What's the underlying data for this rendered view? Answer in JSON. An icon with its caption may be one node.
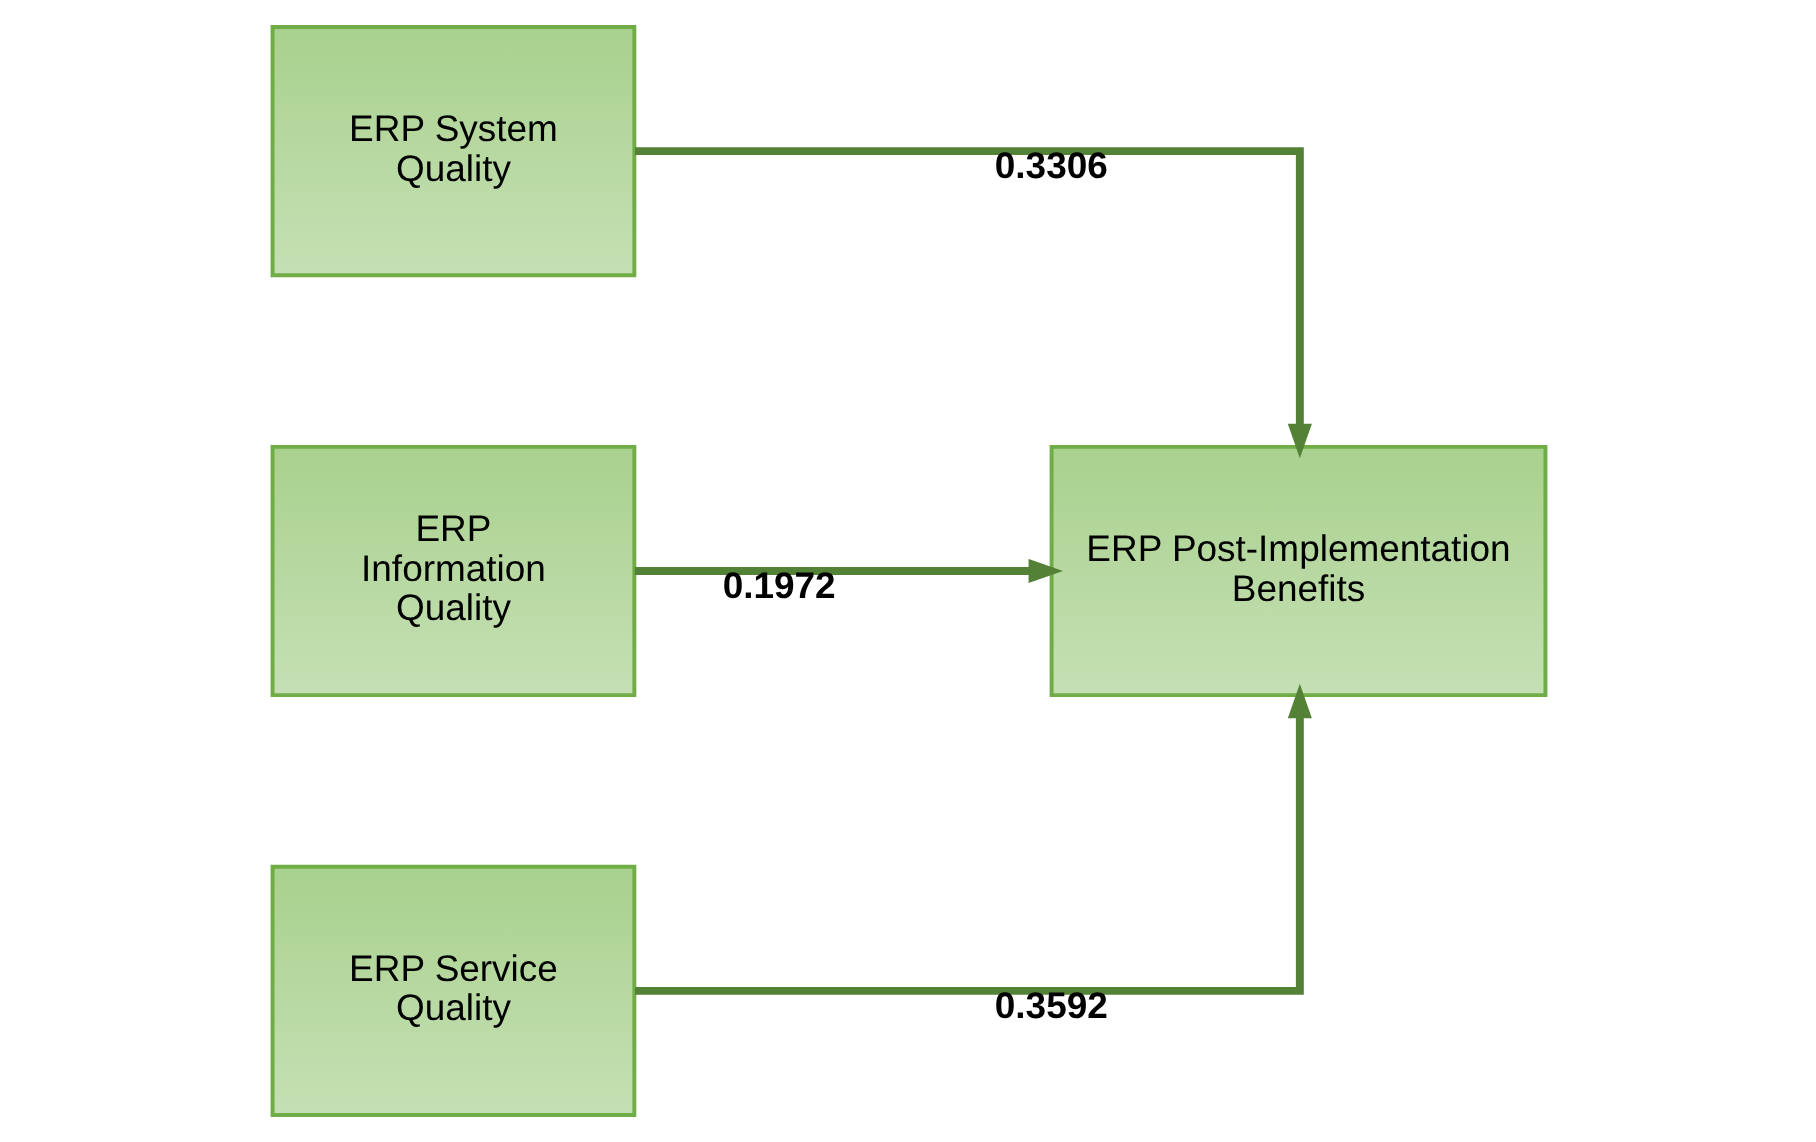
{
  "diagram": {
    "nodes": [
      {
        "text": [
          "ERP System Quality"
        ]
      },
      {
        "text": [
          "ERP Information Quality"
        ]
      },
      {
        "text": [
          "ERP Service Quality"
        ]
      },
      {
        "text": [
          "ERP Post-Implementation Benefits"
        ]
      }
    ],
    "edges": [
      {
        "from": 0,
        "to": 3,
        "arrow": "to",
        "label": "0.3306"
      },
      {
        "from": 1,
        "to": 3,
        "arrow": "to",
        "label": "0.1972"
      },
      {
        "from": 2,
        "to": 3,
        "arrow": "to",
        "label": "0.3592"
      }
    ]
  }
}
